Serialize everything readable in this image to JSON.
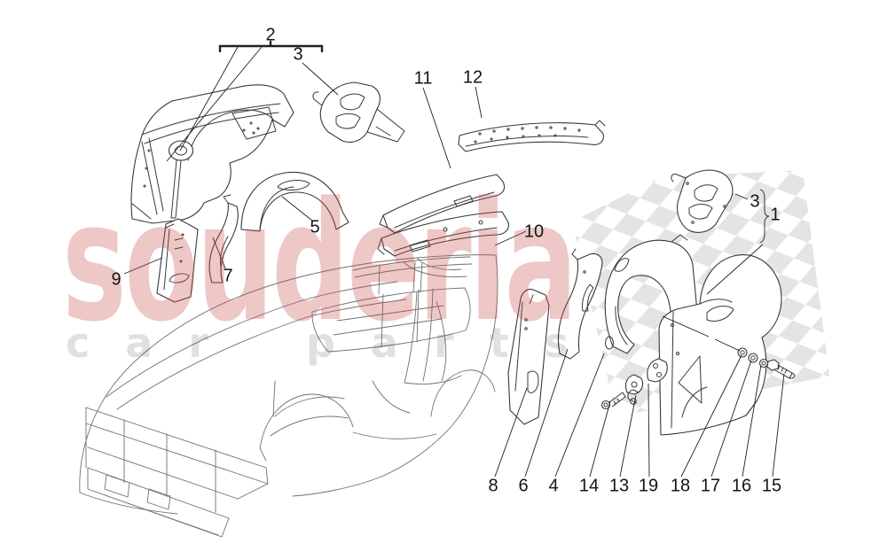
{
  "watermark": {
    "brand": "souderia",
    "tagline": "car parts",
    "brand_color": "#efc8c8",
    "tagline_color": "#e0e0e0"
  },
  "colors": {
    "checker": "#e4e4e4",
    "part_lines": "#383838",
    "body_lines": "#707070",
    "leader_lines": "#1f1f1f"
  },
  "labels": [
    {
      "text": "2"
    },
    {
      "text": "3"
    },
    {
      "text": "11"
    },
    {
      "text": "12"
    },
    {
      "text": "5"
    },
    {
      "text": "10"
    },
    {
      "text": "9"
    },
    {
      "text": "7"
    },
    {
      "text": "3"
    },
    {
      "text": "1"
    },
    {
      "text": "8"
    },
    {
      "text": "6"
    },
    {
      "text": "4"
    },
    {
      "text": "14"
    },
    {
      "text": "13"
    },
    {
      "text": "19"
    },
    {
      "text": "18"
    },
    {
      "text": "17"
    },
    {
      "text": "16"
    },
    {
      "text": "15"
    }
  ]
}
